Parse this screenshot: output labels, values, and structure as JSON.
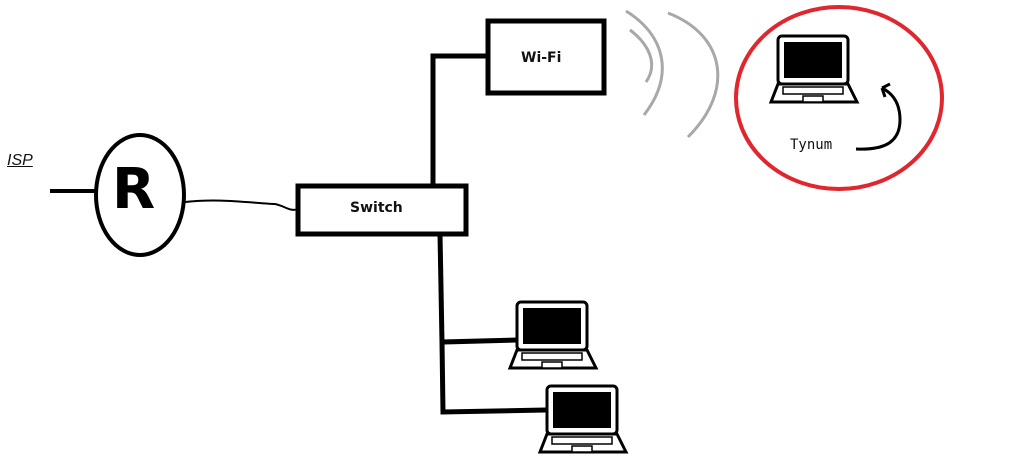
{
  "diagram": {
    "type": "network-topology",
    "nodes": {
      "isp": {
        "label": "ISP"
      },
      "router": {
        "label": "R"
      },
      "switch": {
        "label": "Switch"
      },
      "wifi": {
        "label": "Wi-Fi"
      },
      "wireless_laptop": {
        "label": "Tynum",
        "highlighted": true
      },
      "wired_laptops": [
        {
          "id": "laptop-1"
        },
        {
          "id": "laptop-2"
        }
      ]
    },
    "edges": [
      {
        "from": "isp",
        "to": "router",
        "kind": "wired"
      },
      {
        "from": "router",
        "to": "switch",
        "kind": "wired"
      },
      {
        "from": "switch",
        "to": "wifi",
        "kind": "wired"
      },
      {
        "from": "switch",
        "to": "laptop-1",
        "kind": "wired"
      },
      {
        "from": "switch",
        "to": "laptop-2",
        "kind": "wired"
      },
      {
        "from": "wifi",
        "to": "wireless_laptop",
        "kind": "wireless"
      }
    ]
  },
  "colors": {
    "stroke": "#000000",
    "highlight": "#e0262e",
    "signal": "#a8a8a8",
    "background": "#ffffff"
  }
}
